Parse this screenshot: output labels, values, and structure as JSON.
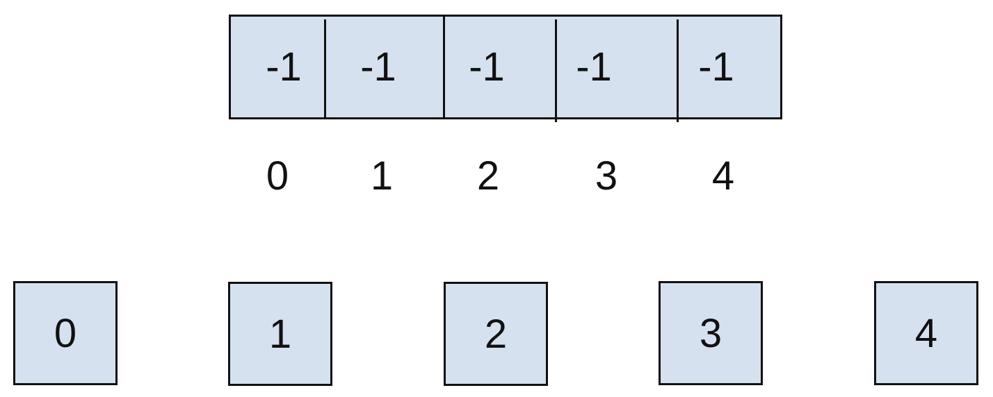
{
  "array": {
    "values": [
      "-1",
      "-1",
      "-1",
      "-1",
      "-1"
    ],
    "indices": [
      "0",
      "1",
      "2",
      "3",
      "4"
    ]
  },
  "nodes": [
    "0",
    "1",
    "2",
    "3",
    "4"
  ],
  "colors": {
    "cell_fill": "#d5e1ef",
    "border": "#111111",
    "background": "#ffffff"
  }
}
